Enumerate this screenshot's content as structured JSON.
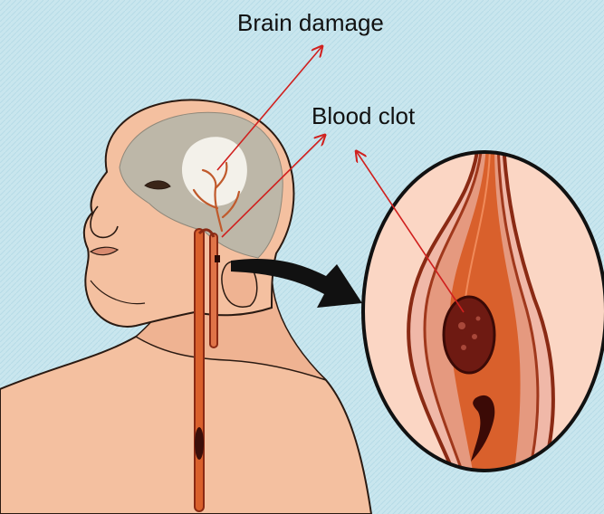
{
  "labels": {
    "brain_damage": "Brain damage",
    "blood_clot": "Blood clot"
  },
  "colors": {
    "background": "#c9e6ee",
    "skin": "#f4c0a0",
    "skin_shadow": "#e39a7a",
    "outline": "#2a1a12",
    "brain": "#bdb7a8",
    "artery": "#d9602c",
    "artery_dark": "#8a2a14",
    "clot": "#6e1a12",
    "pointer_line": "#d0201e",
    "big_arrow": "#111111"
  },
  "icons": [
    "head-illustration",
    "brain-damage-area",
    "artery-illustration",
    "zoom-arrow-icon",
    "magnified-artery-circle",
    "blood-clot"
  ]
}
